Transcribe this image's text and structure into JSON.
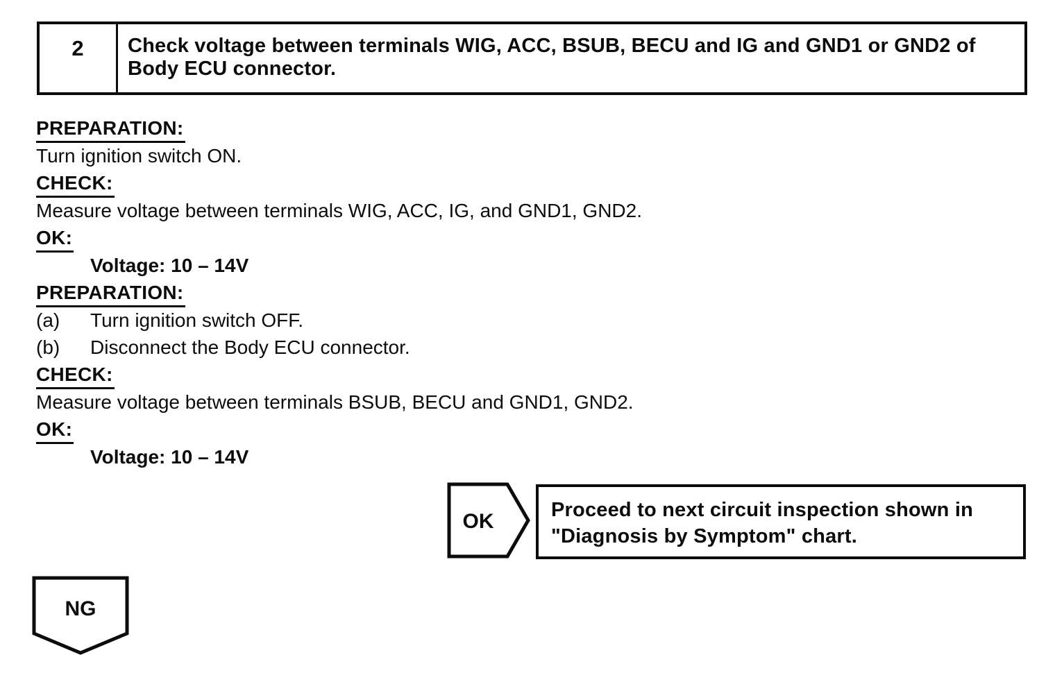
{
  "page": {
    "background": "#ffffff",
    "ink_color": "#0c0c0c"
  },
  "step_header": {
    "number": "2",
    "title": "Check voltage between terminals WIG, ACC, BSUB, BECU and IG and GND1 or GND2 of Body ECU connector."
  },
  "procedure": {
    "lines": [
      {
        "style": "heading",
        "text": "PREPARATION:"
      },
      {
        "style": "plain",
        "text": "Turn ignition switch ON."
      },
      {
        "style": "heading",
        "text": "CHECK:"
      },
      {
        "style": "plain",
        "text": "Measure voltage between terminals WIG, ACC, IG, and GND1, GND2."
      },
      {
        "style": "heading",
        "text": "OK:"
      },
      {
        "style": "value",
        "text": "Voltage: 10 – 14V"
      },
      {
        "style": "heading",
        "text": "PREPARATION:"
      },
      {
        "style": "lettered",
        "label": "(a)",
        "text": "Turn ignition switch OFF."
      },
      {
        "style": "lettered",
        "label": "(b)",
        "text": "Disconnect the Body ECU connector."
      },
      {
        "style": "heading",
        "text": "CHECK:"
      },
      {
        "style": "plain",
        "text": "Measure voltage between terminals BSUB, BECU and GND1, GND2."
      },
      {
        "style": "heading",
        "text": "OK:"
      },
      {
        "style": "value",
        "text": "Voltage: 10 – 14V"
      }
    ]
  },
  "flow": {
    "ok": {
      "label": "OK",
      "result_text": "Proceed to next circuit inspection shown in \"Diagnosis by Symptom\" chart."
    },
    "ng": {
      "label": "NG"
    }
  }
}
